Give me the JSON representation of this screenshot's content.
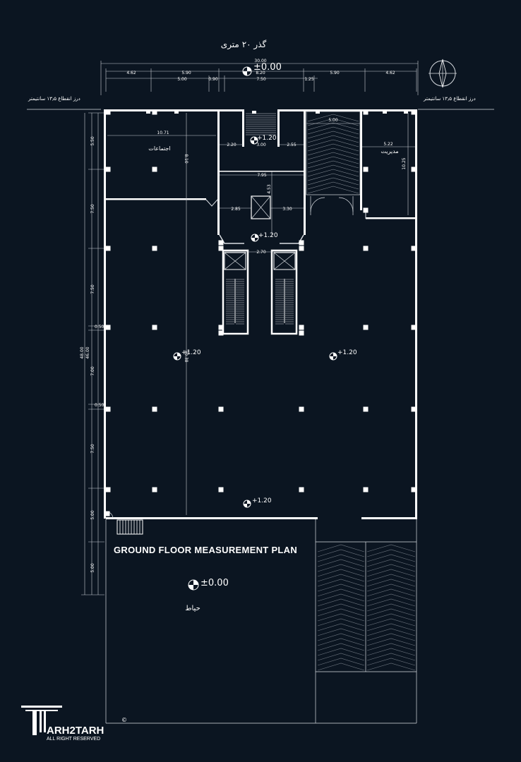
{
  "street_label": "گذر ۲۰ متری",
  "joint_left": "درز انقطاع ۱۳٫۵ سانتیمتر",
  "joint_right": "درز انقطاع ۱۳٫۵ سانتیمتر",
  "plan_title": "GROUND FLOOR MEASUREMENT PLAN",
  "rooms": {
    "meetings": "اجتماعات",
    "management": "مدیریت",
    "yard": "حیاط"
  },
  "levels": {
    "entrance": "±0.00",
    "yard": "±0.00",
    "stair_landing": "+1.20",
    "lobby": "+1.20",
    "hall_left": "+1.20",
    "hall_right": "+1.20",
    "hall_bottom": "+1.20"
  },
  "top_dimensions": {
    "overall": "30.00",
    "row1": [
      "4.62",
      "5.90",
      "8.20",
      "5.90",
      "4.62"
    ],
    "row2": [
      "5.00",
      "0.90",
      "7.50",
      "1.25"
    ]
  },
  "left_dimensions": {
    "overall_1": "48.00",
    "overall_2": "46.00",
    "segments": [
      "5.50",
      "7.50",
      "7.50",
      "0.50",
      "7.00",
      "0.50",
      "7.50",
      "5.00",
      "5.00"
    ]
  },
  "inner_dimensions": {
    "meeting_width": "10.71",
    "hall_depth_1": "8.10",
    "hall_depth_2": "30.38",
    "stair_left": "2.20",
    "stair_width": "3.00",
    "stair_right": "2.55",
    "lobby_width": "7.95",
    "lobby_depth": "4.53",
    "elevator_left": "2.85",
    "elevator_right": "3.30",
    "exit_stairs": "2.70",
    "ramp_width": "5.00",
    "management_width": "5.22",
    "management_depth": "10.25"
  },
  "logo": {
    "brand": "ARH2TARH",
    "rights": "ALL RIGHT RESERVED",
    "copyright": "©"
  }
}
